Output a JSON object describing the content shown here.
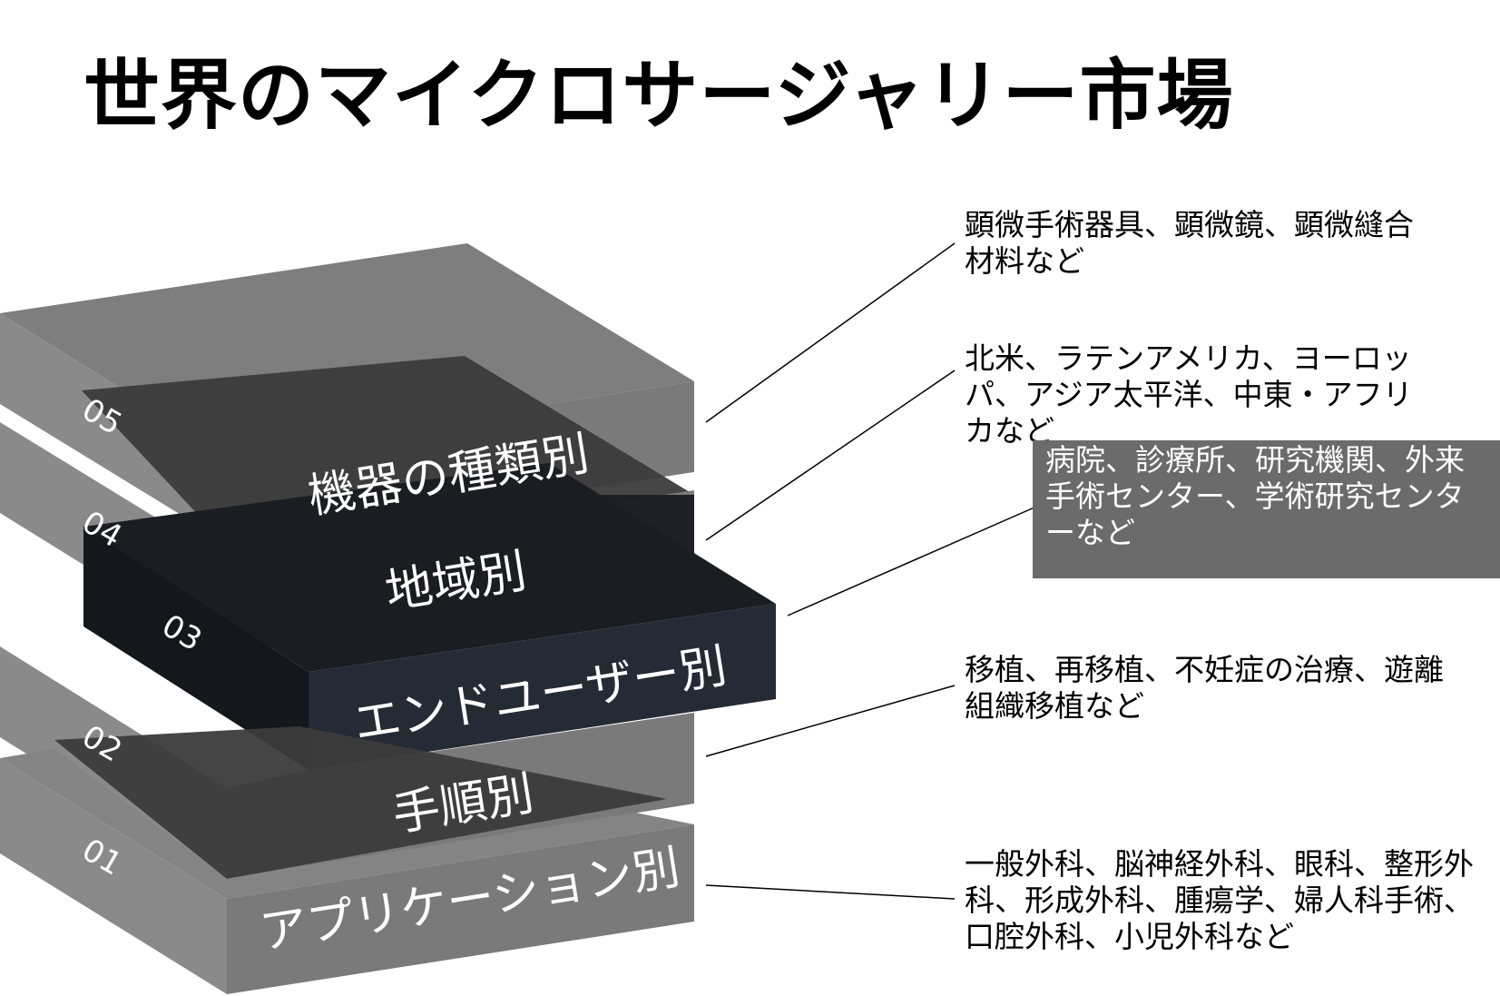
{
  "title": "世界のマイクロサージャリー市場",
  "layers": [
    {
      "number": "05",
      "label": "機器の種類別",
      "description": "顕微手術器具、顕微鏡、顕微縫合材料など",
      "highlighted": false
    },
    {
      "number": "04",
      "label": "地域別",
      "description": "北米、ラテンアメリカ、ヨーロッパ、アジア太平洋、中東・アフリカなど",
      "highlighted": false
    },
    {
      "number": "03",
      "label": "エンドユーザー別",
      "description": "病院、診療所、研究機関、外来手術センター、学術研究センターなど",
      "highlighted": true
    },
    {
      "number": "02",
      "label": "手順別",
      "description": "移植、再移植、不妊症の治療、遊離組織移植など",
      "highlighted": false
    },
    {
      "number": "01",
      "label": "アプリケーション別",
      "description": "一般外科、脳神経外科、眼科、整形外科、形成外科、腫瘍学、婦人科手術、口腔外科、小児外科など",
      "highlighted": false
    }
  ],
  "colors": {
    "layer_gray": "#7a7a7a",
    "layer_dark_top": "#3a3a3a",
    "highlight_front": "#262b33",
    "highlight_top": "#181c22",
    "desc_box": "#6b6b6b",
    "connector": "#000000"
  }
}
